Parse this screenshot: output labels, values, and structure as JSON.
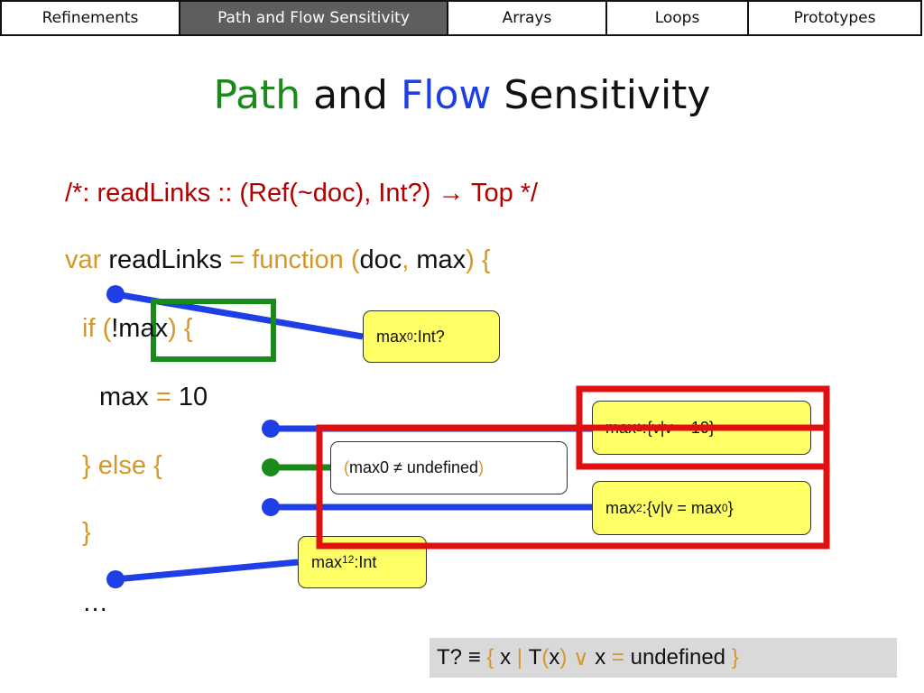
{
  "tabs": [
    {
      "label": "Refinements",
      "active": false
    },
    {
      "label": "Path and Flow Sensitivity",
      "active": true
    },
    {
      "label": "Arrays",
      "active": false
    },
    {
      "label": "Loops",
      "active": false
    },
    {
      "label": "Prototypes",
      "active": false
    }
  ],
  "title": {
    "w1": "Path",
    "w2": "and",
    "w3": "Flow",
    "w4": "Sensitivity"
  },
  "code": {
    "comment": "/*: readLinks :: (Ref(~doc), Int?) → Top */",
    "line1": {
      "var": "var",
      "name": "readLinks",
      "eq": "=",
      "fn": "function",
      "lp": "(",
      "p1": "doc",
      "comma": ",",
      "p2": "max",
      "rp": ")",
      "lb": "{"
    },
    "line2": {
      "if": "if",
      "lp": "(",
      "cond": "!max",
      "rp": ")",
      "lb": "{"
    },
    "line3": {
      "lhs": "max",
      "eq": "=",
      "rhs": "10"
    },
    "line4": "} else {",
    "line5": "}",
    "line6": "…"
  },
  "bubbles": {
    "max0": {
      "base": "max",
      "sub": "0",
      "rest": ":Int?"
    },
    "max1": {
      "base": "max",
      "sub": "1",
      "rest": ":{v|v = 10}"
    },
    "cond": {
      "lp": "(",
      "text": "max0 ≠ undefined",
      "rp": ")"
    },
    "max2": {
      "base": "max",
      "sub": "2",
      "rest1": ":{v|v = max",
      "sub2": "0",
      "rest2": "}"
    },
    "max12": {
      "base": "max",
      "sub": "12",
      "rest": ":Int"
    }
  },
  "legend": {
    "t": "T?",
    "equiv": "≡",
    "lb": "{",
    "x1": "x",
    "bar": "|",
    "T": "T",
    "lp": "(",
    "x2": "x",
    "rp": ")",
    "or": "∨",
    "x3": "x",
    "eq": "=",
    "undef": "undefined",
    "rb": "}"
  },
  "colors": {
    "green": "#1a8a1a",
    "blue": "#1f3fe6",
    "red": "#e01010",
    "orange": "#d4982a",
    "comment": "#b00000",
    "yellow": "#ffff66"
  }
}
